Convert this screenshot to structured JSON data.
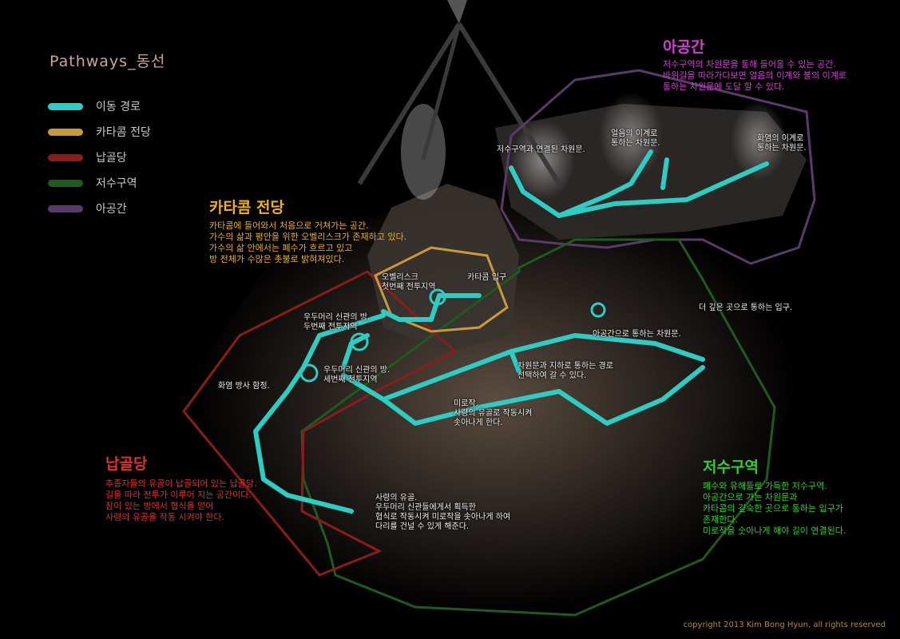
{
  "title": "Pathways_동선",
  "legend": [
    {
      "label": "이동 경로",
      "color": "#2ecdc4"
    },
    {
      "label": "카타콤 전당",
      "color": "#c89a3c"
    },
    {
      "label": "납골당",
      "color": "#8a1c1c"
    },
    {
      "label": "저수구역",
      "color": "#1f5a1f"
    },
    {
      "label": "아공간",
      "color": "#5a3a6a"
    }
  ],
  "sections": {
    "hall": {
      "title": "카타콤 전당",
      "desc": "카타콤에 들어와서 처음으로 거쳐가는 공간.\n가수의 삶과 평안을 위한 오벨리스크가 존재하고 있다.\n가수의 삶 안에서는 폐수가 흐르고 있고\n방 전체가 수많은 촛불로 밝혀져있다.",
      "color": "#f0b020"
    },
    "ossuary": {
      "title": "납골당",
      "desc": "추종자들의 유골이 납골되어 있는 납골당.\n길을 따라 전투가 이루어 지는 공간이다.\n잠이 있는 방에서 협식을 얻어\n사령의 유골을 작동 시켜야 한다.",
      "color": "#e03030"
    },
    "reservoir": {
      "title": "저수구역",
      "desc": "폐수와 유해들로 가득한 저수구역.\n아공간으로 가는 차원문과\n카타콤의 깊숙한 곳으로 통하는 입구가\n존재한다.\n미로작을 숫아나게 해야 길이 연결된다.",
      "color": "#30d030"
    },
    "subspace": {
      "title": "아공간",
      "desc": "저수구역의 차원문을 통해 들어올 수 있는 공간.\n바위길을 따라가다보면 얼음의 이계와 불의 이계로\n통하는 차원문에 도달 할 수 있다.",
      "color": "#d040d0"
    }
  },
  "annotations": [
    "저수구역과 연결된 차원문.",
    "얼음의 이계로\n통하는 차원문.",
    "화염의 이계로\n통하는 차원문.",
    "오벨리스크\n첫번째 전투지역",
    "카타콤 입구",
    "우두머리 신관의 방.\n두번째 전투지역",
    "우두머리 신관의 방.\n세번째 전투지역",
    "화염 방사 함정.",
    "더 깊은 곳으로 통하는 입구.",
    "아공간으로 통하는 차원문.",
    "차원문과 지하로 통하는 경로\n선택하여 갈 수 있다.",
    "미로작.\n사령의 유골로 작동시켜\n솟아나게 한다.",
    "사령의 유골.\n우두머리 신관들에게서 획득한\n협식로 작동시켜 미로작을 솟아나게 하여\n다리를 건널 수 있게 해준다."
  ],
  "copyright": "copyright  2013 Kim Bong Hyun, all rights reserved"
}
